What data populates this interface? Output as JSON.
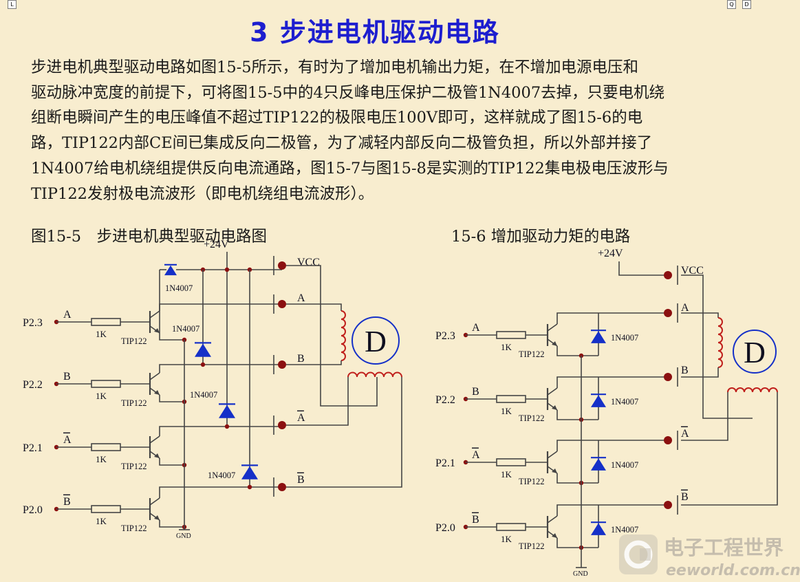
{
  "toolbar": {
    "left_btn": "L",
    "q_btn": "Q",
    "d_btn": "D"
  },
  "title": "3 步进电机驱动电路",
  "paragraph_lines": [
    "步进电机典型驱动电路如图15-5所示，有时为了增加电机输出力矩，在不增加电源电压和",
    "驱动脉冲宽度的前提下，可将图15-5中的4只反峰电压保护二极管1N4007去掉，只要电机绕",
    "组断电瞬间产生的电压峰值不超过TIP122的极限电压100V即可，这样就成了图15-6的电",
    "路，TIP122内部CE间已集成反向二极管，为了减轻内部反向二极管负担，所以外部并接了",
    "1N4007给电机绕组提供反向电流通路，图15-7与图15-8是实测的TIP122集电极电压波形与",
    "TIP122发射极电流波形（即电机绕组电流波形）。"
  ],
  "captions": {
    "left": "图15-5　步进电机典型驱动电路图",
    "right": "15-6 增加驱动力矩的电路"
  },
  "circuit_left": {
    "inputs": [
      "P2.3",
      "P2.2",
      "P2.1",
      "P2.0"
    ],
    "signals": [
      "A",
      "B",
      "A",
      "B"
    ],
    "resistor": "1K",
    "transistor": "TIP122",
    "diode": "1N4007",
    "supply": "+24V",
    "vcc": "VCC",
    "ground": "GND",
    "motor": "D",
    "pin_labels": [
      "A",
      "B",
      "A",
      "B"
    ]
  },
  "circuit_right": {
    "inputs": [
      "P2.3",
      "P2.2",
      "P2.1",
      "P2.0"
    ],
    "signals": [
      "A",
      "B",
      "A",
      "B"
    ],
    "resistor": "1K",
    "transistor": "TIP122",
    "diode": "1N4007",
    "supply": "+24V",
    "vcc": "VCC",
    "ground": "GND",
    "motor": "D",
    "pin_labels": [
      "A",
      "B",
      "A",
      "B"
    ]
  },
  "watermark": {
    "cn": "电子工程世界",
    "en": "eeworld.com.cn"
  },
  "colors": {
    "background": "#f8edcf",
    "title": "#1d1ecf",
    "wire": "#444444",
    "diode": "#1530c8",
    "node": "#8b1010",
    "coil": "#c0201c"
  }
}
